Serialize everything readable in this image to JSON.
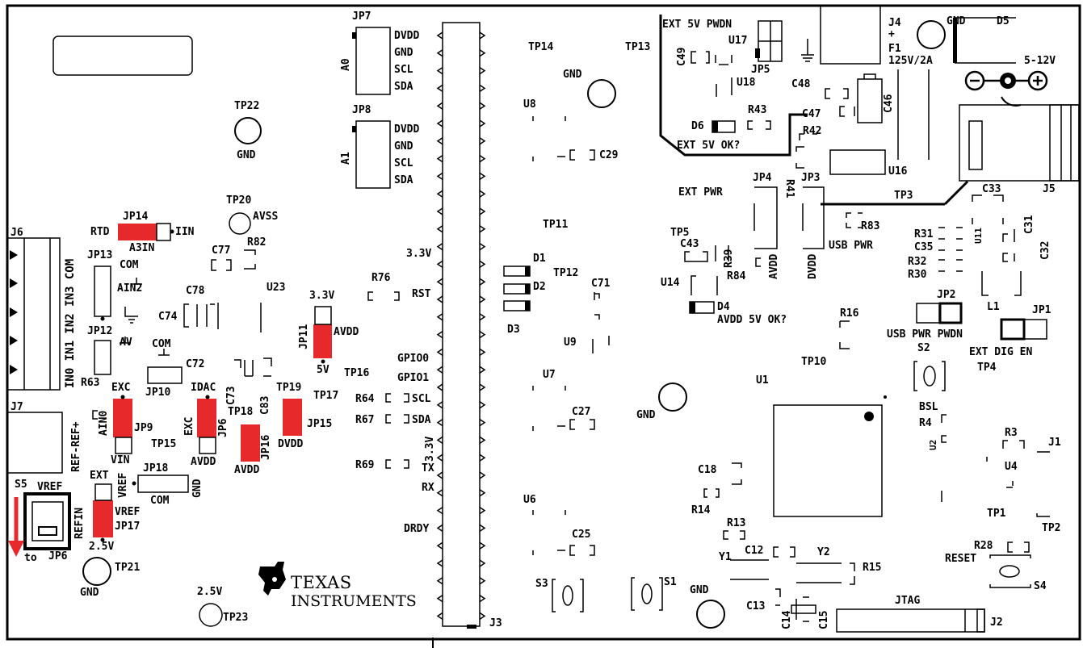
{
  "labels": {
    "jp7": "JP7",
    "a0": "A0",
    "jp7_dvdd": "DVDD",
    "jp7_gnd": "GND",
    "jp7_scl": "SCL",
    "jp7_sda": "SDA",
    "jp8": "JP8",
    "a1": "A1",
    "jp8_dvdd": "DVDD",
    "jp8_gnd": "GND",
    "jp8_scl": "SCL",
    "jp8_sda": "SDA",
    "tp22": "TP22",
    "tp22_gnd": "GND",
    "tp20": "TP20",
    "tp20_avss": "AVSS",
    "j6": "J6",
    "j7": "J7",
    "j6_pins": "IN0 IN1 IN2 IN3 COM",
    "rtd": "RTD",
    "jp14": "JP14",
    "iin": "IIN",
    "a3in": "A3IN",
    "jp13": "JP13",
    "com1": "COM",
    "ain2": "AIN2",
    "jp12": "JP12",
    "av": "AV",
    "r82": "R82",
    "c77": "C77",
    "u23": "U23",
    "c78": "C78",
    "c74": "C74",
    "com2": "COM",
    "c72": "C72",
    "jp10": "JP10",
    "r63": "R63",
    "exc1": "EXC",
    "idac": "IDAC",
    "c73": "C73",
    "c83": "C83",
    "tp19": "TP19",
    "tp17": "TP17",
    "tp18": "TP18",
    "ref": "REF-REF+",
    "ain0": "AIN0",
    "jp9": "JP9",
    "tp15": "TP15",
    "exc2": "EXC",
    "jp6b": "JP6",
    "jp16": "JP16",
    "jp15": "JP15",
    "dvdd": "DVDD",
    "avdd1": "AVDD",
    "avdd2": "AVDD",
    "vin": "VIN",
    "ext": "EXT",
    "jp18": "JP18",
    "vref1": "VREF",
    "gnd_jp18": "GND",
    "com3": "COM",
    "s5": "S5",
    "vref2": "VREF",
    "refin": "REFIN",
    "vref3": "VREF",
    "jp17": "JP17",
    "to": "to",
    "jp6": "JP6",
    "v25": "2.5V",
    "tp21": "TP21",
    "tp21_gnd": "GND",
    "v25b": "2.5V",
    "tp23": "TP23",
    "ti1": "TEXAS",
    "ti2": "INSTRUMENTS",
    "v33a": "3.3V",
    "jp11": "JP11",
    "avdd3": "AVDD",
    "v5": "5V",
    "tp16": "TP16",
    "r76": "R76",
    "rst": "RST",
    "v33": "3.3V",
    "gpio0": "GPIO0",
    "gpio1": "GPIO1",
    "r64": "R64",
    "scl": "SCL",
    "r67": "R67",
    "sda": "SDA",
    "v33c": "3.3V",
    "r69": "R69",
    "tx": "TX",
    "rx": "RX",
    "drdy": "DRDY",
    "j3": "J3",
    "tp14": "TP14",
    "gnd_u8": "GND",
    "u8": "U8",
    "c29": "C29",
    "tp11": "TP11",
    "d1": "D1",
    "tp12": "TP12",
    "d2": "D2",
    "c71": "C71",
    "d3": "D3",
    "u9": "U9",
    "u7": "U7",
    "c27": "C27",
    "gnd_mid": "GND",
    "u6": "U6",
    "c25": "C25",
    "s3": "S3",
    "s1": "S1",
    "gnd_bot": "GND",
    "tp13": "TP13",
    "ext5v_pwdn": "EXT 5V PWDN",
    "u17": "U17",
    "c49": "C49",
    "jp5": "JP5",
    "u18": "U18",
    "r43": "R43",
    "d6": "D6",
    "ext5v_ok": "EXT 5V OK?",
    "r42": "R42",
    "r41": "R41",
    "ext_pwr": "EXT PWR",
    "jp4": "JP4",
    "jp3": "JP3",
    "tp5": "TP5",
    "c43": "C43",
    "r39": "R39",
    "r84": "R84",
    "avdd4": "AVDD",
    "dvdd2": "DVDD",
    "r83": "R83",
    "usb_pwr": "USB PWR",
    "u14": "U14",
    "d4": "D4",
    "avdd5v_ok": "AVDD 5V OK?",
    "r16": "R16",
    "tp10": "TP10",
    "u1": "U1",
    "c18": "C18",
    "r14": "R14",
    "r13": "R13",
    "y1": "Y1",
    "c12": "C12",
    "y2": "Y2",
    "r15": "R15",
    "c13": "C13",
    "c14": "C14",
    "c15": "C15",
    "j4": "J4",
    "j4_plus": "+",
    "f1": "F1",
    "fuse": "125V/2A",
    "gnd_j4": "GND",
    "d5": "D5",
    "v512": "5-12V",
    "c48": "C48",
    "c47": "C47",
    "c46": "C46",
    "u16": "U16",
    "tp3": "TP3",
    "c33": "C33",
    "j5": "J5",
    "c31": "C31",
    "u11": "U11",
    "r31": "R31",
    "c35": "C35",
    "r32": "R32",
    "r30": "R30",
    "c32": "C32",
    "l1": "L1",
    "jp2": "JP2",
    "jp1": "JP1",
    "usb_pwr_pwdn": "USB PWR PWDN",
    "ext_dig_en": "EXT DIG EN",
    "s2": "S2",
    "tp4": "TP4",
    "bsl": "BSL",
    "r4": "R4",
    "u2": "U2",
    "r3": "R3",
    "j1": "J1",
    "u4": "U4",
    "tp1": "TP1",
    "tp2": "TP2",
    "r28": "R28",
    "reset": "RESET",
    "s4": "S4",
    "jtag": "JTAG",
    "j2": "J2"
  },
  "colors": {
    "ink": "#000000",
    "jumper_red": "#e8292b",
    "arrow_red": "#e8292b",
    "background": "#ffffff"
  }
}
